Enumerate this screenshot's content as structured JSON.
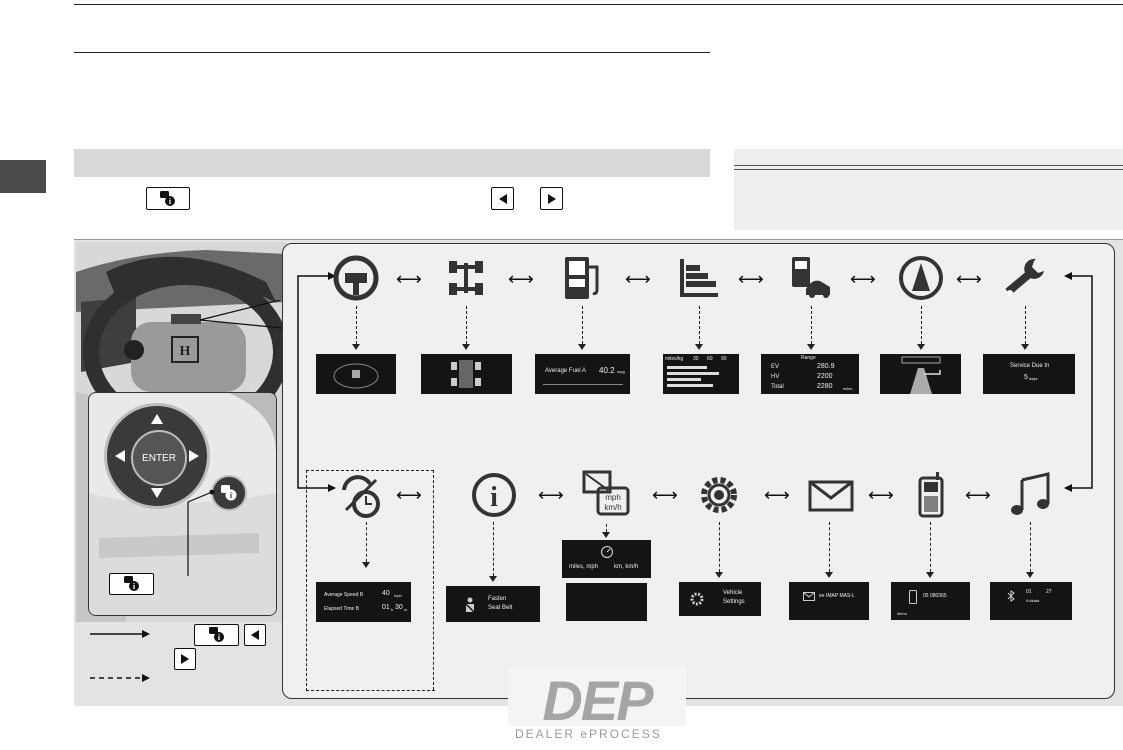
{
  "header": {
    "title": "",
    "subtitle": ""
  },
  "legend": {
    "solid_desc": "",
    "dashed_desc": ""
  },
  "buttons": {
    "enter": "ENTER"
  },
  "screens": {
    "fuel": {
      "label": "Average Fuel  A",
      "value": "40.2",
      "unit": "mpg"
    },
    "history": {
      "units": "miles/kg",
      "t1": "30",
      "t2": "60",
      "t3": "90"
    },
    "range": {
      "title": "Range",
      "ev_label": "EV",
      "ev_value": "280.9",
      "hv_label": "HV",
      "hv_value": "2200",
      "total_label": "Total",
      "total_value": "2280",
      "unit": "miles"
    },
    "service": {
      "title": "Service Due In",
      "value": "5",
      "unit": "days"
    },
    "trip": {
      "speed_label": "Average Speed B",
      "speed_value": "40",
      "speed_unit": "mph",
      "time_label": "Elapsed Time  B",
      "time_value": "01",
      "time_h": "h",
      "time_min": "30",
      "time_m": "m"
    },
    "seatbelt": {
      "line1": "Fasten",
      "line2": "Seat Belt"
    },
    "units": {
      "left": "miles, mph",
      "right": "km, km/h"
    },
    "settings": {
      "line1": "Vehicle",
      "line2": "Settings"
    },
    "message": {
      "text": "ee IMAP MAS-L"
    },
    "phone": {
      "text": "05 080365",
      "menu": "Menu"
    },
    "audio": {
      "line1": "01",
      "line2": "27",
      "line3": "Kolkata"
    }
  },
  "colors": {
    "panel_bg": "#f0f0f0",
    "figure_bg": "#e3e3e3",
    "header_bar": "#d9d9d9",
    "side_tab": "#4a4a4a"
  }
}
